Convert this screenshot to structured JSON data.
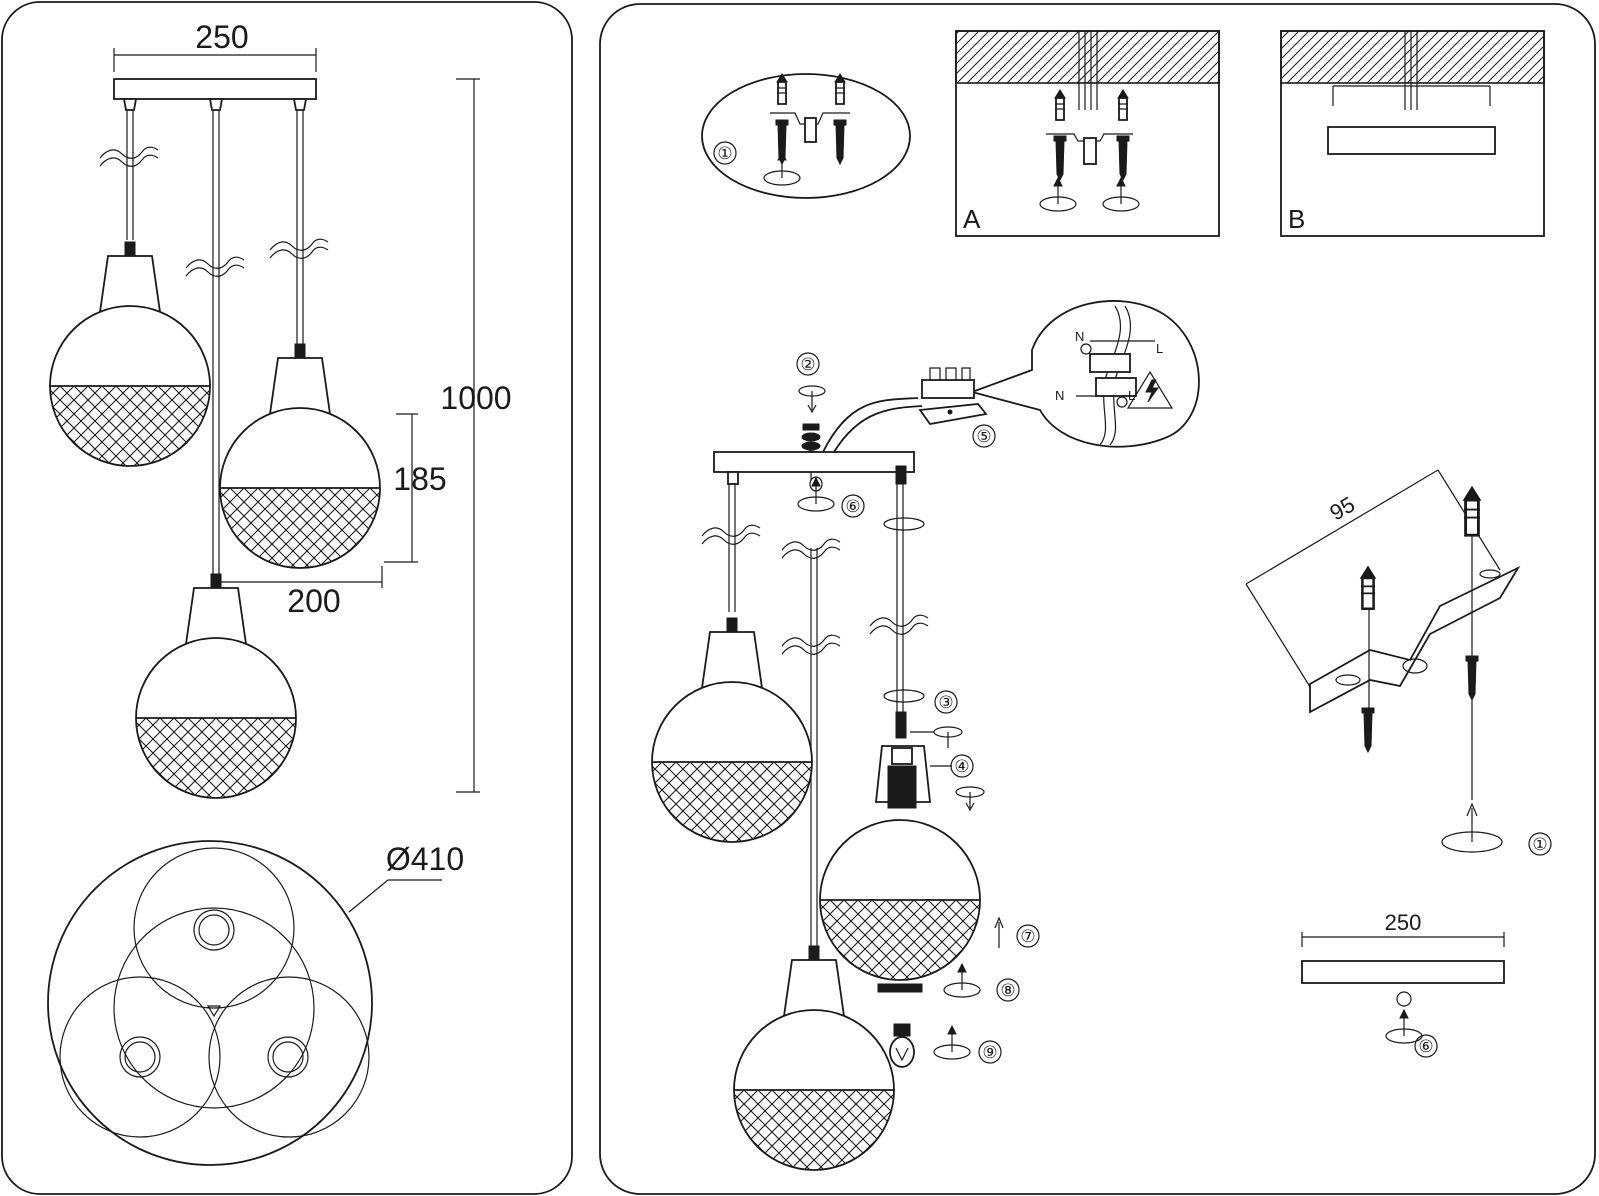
{
  "left_panel": {
    "dims": {
      "canopy_length": "250",
      "total_height": "1000",
      "shade_height": "185",
      "shade_width": "200",
      "footprint_diameter": "Ø410"
    }
  },
  "right_panel": {
    "variants": {
      "a": "A",
      "b": "B"
    },
    "steps": [
      "①",
      "②",
      "③",
      "④",
      "⑤",
      "⑥",
      "⑦",
      "⑧",
      "⑨"
    ],
    "wiring": {
      "neutral": "N",
      "live": "L"
    },
    "bracket_dim": "95",
    "bar_dim": "250"
  },
  "colors": {
    "line": "#1a1a1a",
    "background": "#ffffff"
  }
}
